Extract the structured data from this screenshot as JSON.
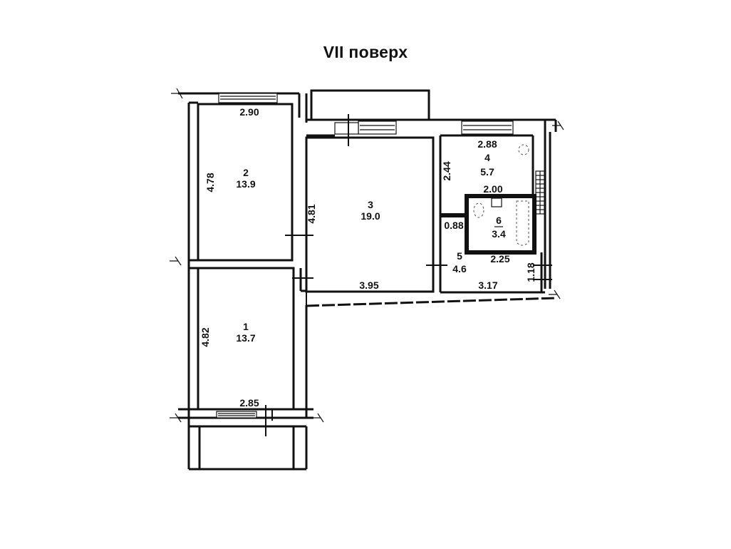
{
  "title": "VII поверх",
  "rooms": [
    {
      "number": "1",
      "area": "13.7",
      "width": "2.85",
      "length": "4.82"
    },
    {
      "number": "2",
      "area": "13.9",
      "width": "2.90",
      "length": "4.78"
    },
    {
      "number": "3",
      "area": "19.0",
      "width": "3.95",
      "length": "4.81"
    },
    {
      "number": "4",
      "area": "5.7",
      "width": "2.88",
      "length": "2.44",
      "inner_width": "2.00"
    },
    {
      "number": "5",
      "area": "4.6",
      "width": "3.17",
      "length": "1.18",
      "side": "0.88"
    },
    {
      "number": "6",
      "area": "3.4",
      "width": "2.25"
    }
  ],
  "colors": {
    "line": "#111111",
    "background": "#ffffff"
  }
}
